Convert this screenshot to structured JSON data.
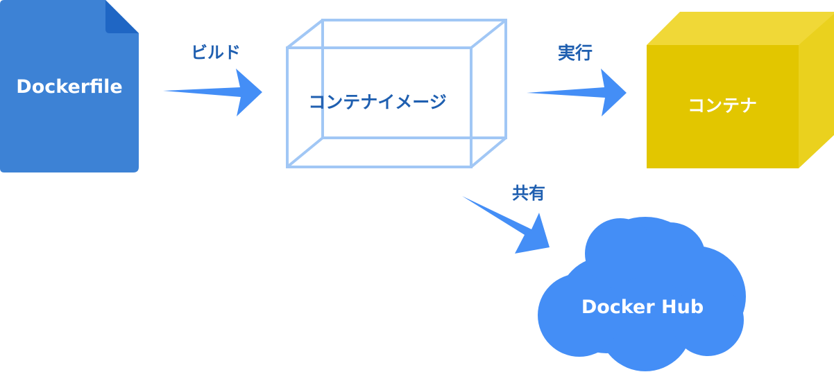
{
  "colors": {
    "file_body": "#3d82d5",
    "file_fold": "#1f66c4",
    "arrow": "#448ef6",
    "image_outline": "#a1c7f5",
    "container_front": "#e2c600",
    "container_top": "#f0d837",
    "container_side": "#ead11e",
    "cloud": "#448ef6",
    "label_dark": "#1f5fb0",
    "label_light": "#ffffff"
  },
  "nodes": {
    "dockerfile": {
      "label": "Dockerfile",
      "icon": "file-icon"
    },
    "image": {
      "label": "コンテナイメージ",
      "icon": "wireframe-cube-icon"
    },
    "container": {
      "label": "コンテナ",
      "icon": "solid-cube-icon"
    },
    "hub": {
      "label": "Docker Hub",
      "icon": "cloud-icon"
    }
  },
  "edges": {
    "build": {
      "label": "ビルド"
    },
    "run": {
      "label": "実行"
    },
    "share": {
      "label": "共有"
    }
  }
}
